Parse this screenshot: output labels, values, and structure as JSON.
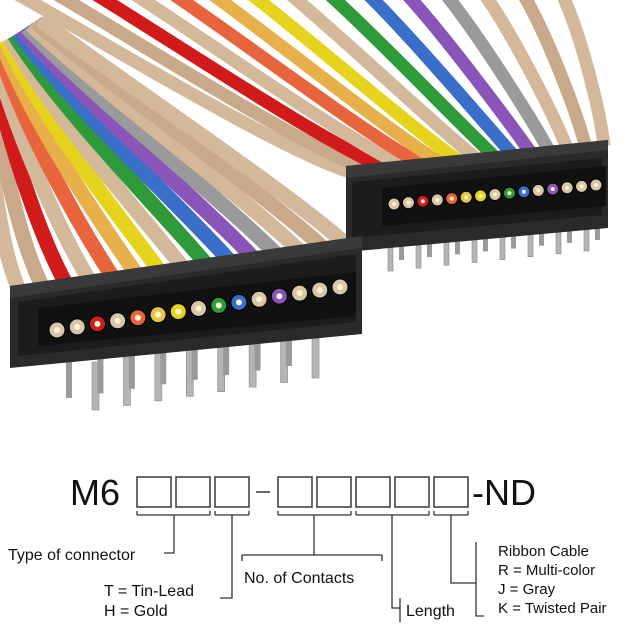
{
  "part_number": {
    "prefix": "M6",
    "suffix": "-ND"
  },
  "callouts": {
    "type_of_connector": "Type of connector",
    "plating_tin": "T = Tin-Lead",
    "plating_gold": "H = Gold",
    "contacts": "No. of Contacts",
    "length": "Length",
    "ribbon_title": "Ribbon Cable",
    "ribbon_r": "R = Multi-color",
    "ribbon_j": "J = Gray",
    "ribbon_k": "K = Twisted Pair"
  },
  "colors": {
    "connector_body": "#2a2a2a",
    "pin": "#b5b5b5",
    "line": "#333333",
    "wire_palette": [
      "#d4b89a",
      "#c8a98a",
      "#d11a1a",
      "#d4b89a",
      "#e8643c",
      "#e8b04a",
      "#e6d31e",
      "#d4b89a",
      "#2f9a3a",
      "#3a6fc9",
      "#8a55b8",
      "#9a9a9a",
      "#d4b89a",
      "#c8a98a",
      "#d4b89a"
    ],
    "contact_palette": [
      "#d8c7a7",
      "#d8c7a7",
      "#cc1f1f",
      "#d8c7a7",
      "#e8643c",
      "#e8c24a",
      "#e6d31e",
      "#d8c7a7",
      "#2f9a3a",
      "#3a6fc9",
      "#d8c7a7",
      "#8a55b8",
      "#d8c7a7",
      "#d8c7a7",
      "#d8c7a7"
    ]
  }
}
